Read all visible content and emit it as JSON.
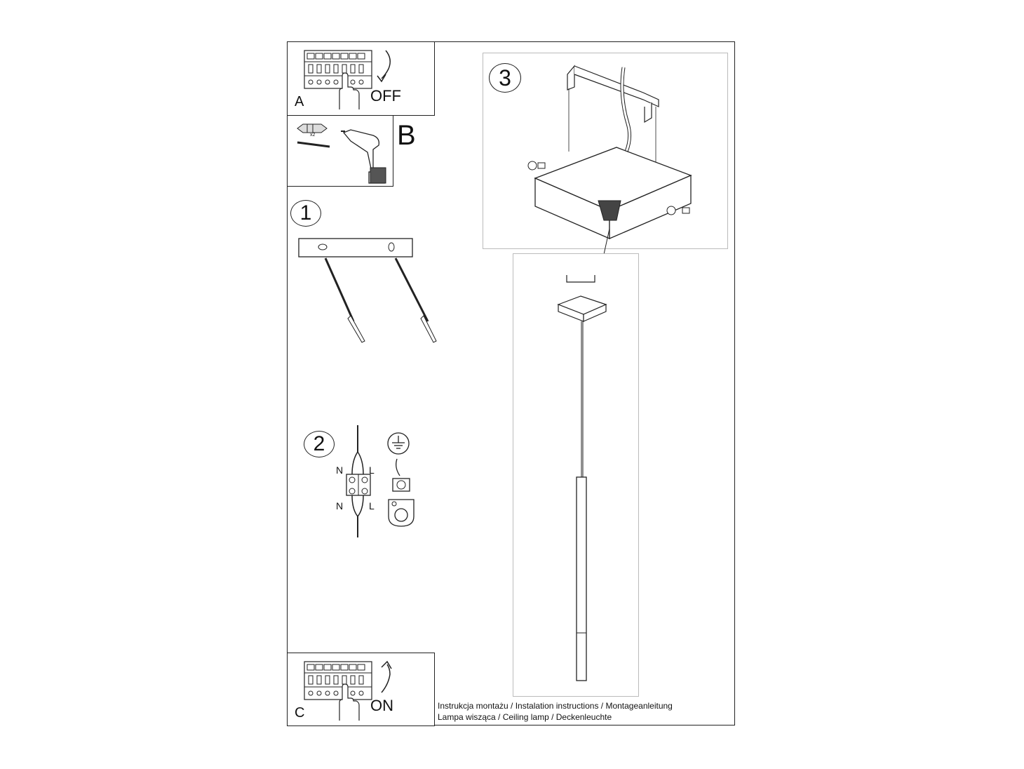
{
  "panels": {
    "a": {
      "letter": "A",
      "word": "OFF"
    },
    "b": {
      "letter": "B",
      "qty": "x2"
    },
    "c": {
      "letter": "C",
      "word": "ON"
    }
  },
  "steps": {
    "one": "1",
    "two": "2",
    "three": "3"
  },
  "wiring": {
    "n_top": "N",
    "l_top": "L",
    "n_bottom": "N",
    "l_bottom": "L"
  },
  "caption": {
    "line1": "Instrukcja montażu / Instalation instructions / Montageanleitung",
    "line2": "Lampa wisząca / Ceiling lamp / Deckenleuchte"
  },
  "icons": [
    "circuit-breaker-icon",
    "hand-icon",
    "switch-off-arrow-icon",
    "wall-plug-icon",
    "screw-icon",
    "drill-icon",
    "terminal-block-icon",
    "ground-symbol-icon",
    "ground-terminal-icon",
    "ceiling-bracket-icon",
    "canopy-icon",
    "pendant-lamp-icon"
  ],
  "colors": {
    "line": "#222222",
    "background": "#ffffff",
    "panel_outline": "#bbbbbb"
  }
}
